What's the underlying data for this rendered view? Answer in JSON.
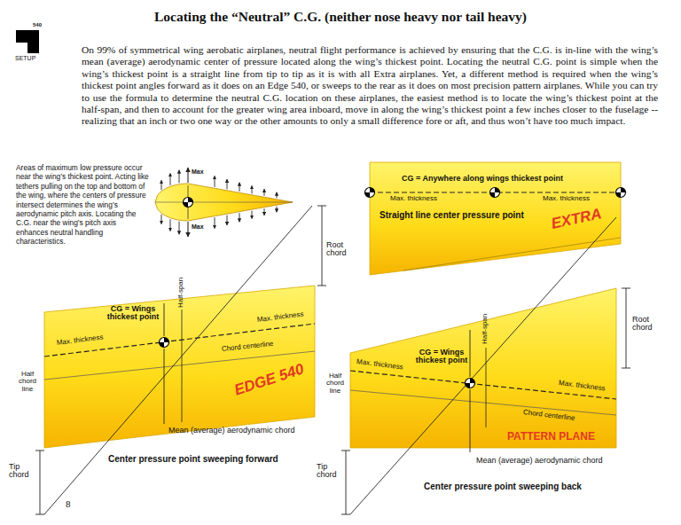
{
  "diagram": {
    "title": "Locating the “Neutral” C.G. (neither nose heavy nor tail heavy)",
    "nodes": [
      {
        "text": [
          "540",
          "SETUP"
        ]
      },
      {
        "text": [
          "Max",
          "Max"
        ]
      },
      {
        "text": [
          "CG = Anywhere along wings thickest point",
          "Max. thickness",
          "Max. thickness",
          "Straight line center pressure point",
          "EXTRA"
        ]
      },
      {
        "text": [
          "CG = Wings thickest point",
          "Max. thickness",
          "Max. thickness",
          "Chord centerline",
          "EDGE 540"
        ]
      },
      {
        "text": [
          "CG = Wings thickest point",
          "Max. thickness",
          "Max. thickness",
          "Chord centerline",
          "PATTERN PLANE"
        ]
      }
    ],
    "labels": [
      "On 99% of symmetrical wing aerobatic airplanes, neutral flight performance is achieved by ensuring that the C.G. is in-line with the wing’s mean (average) aerodynamic center of pressure located along the wing’s thickest point. Locating the neutral C.G. point is simple when the wing’s thickest point is a straight line from tip to tip as it is with all Extra airplanes. Yet, a different method is required when the wing’s thickest point angles forward as it does on an Edge 540, or sweeps to the rear as it does on most precision pattern airplanes. While you can try to use the formula to determine the neutral C.G. location on these airplanes, the easiest method is to locate the wing’s thickest point at the half-span, and then to account for the greater wing area inboard, move in along the wing’s thickest point a few inches closer to the fuselage -- realizing that an inch or two one way or the other amounts to only a small difference fore or aft, and thus won’t have too much impact.",
      "Areas of maximum low pressure occur near the wing’s thickest point. Acting like tethers pulling on the top and bottom of the wing, where the centers of pressure intersect determines the wing’s aerodynamic pitch axis. Locating the C.G. near the wing’s pitch axis enhances neutral handling characteristics.",
      "Root chord",
      "Half-span",
      "Half chord line",
      "Mean (average) aerodynamic chord",
      "Tip chord",
      "Center pressure point sweeping forward",
      "Half-span",
      "Root chord",
      "Half chord line",
      "Mean (average) aerodynamic chord",
      "Tip chord",
      "Center pressure point sweeping back",
      "8"
    ]
  }
}
